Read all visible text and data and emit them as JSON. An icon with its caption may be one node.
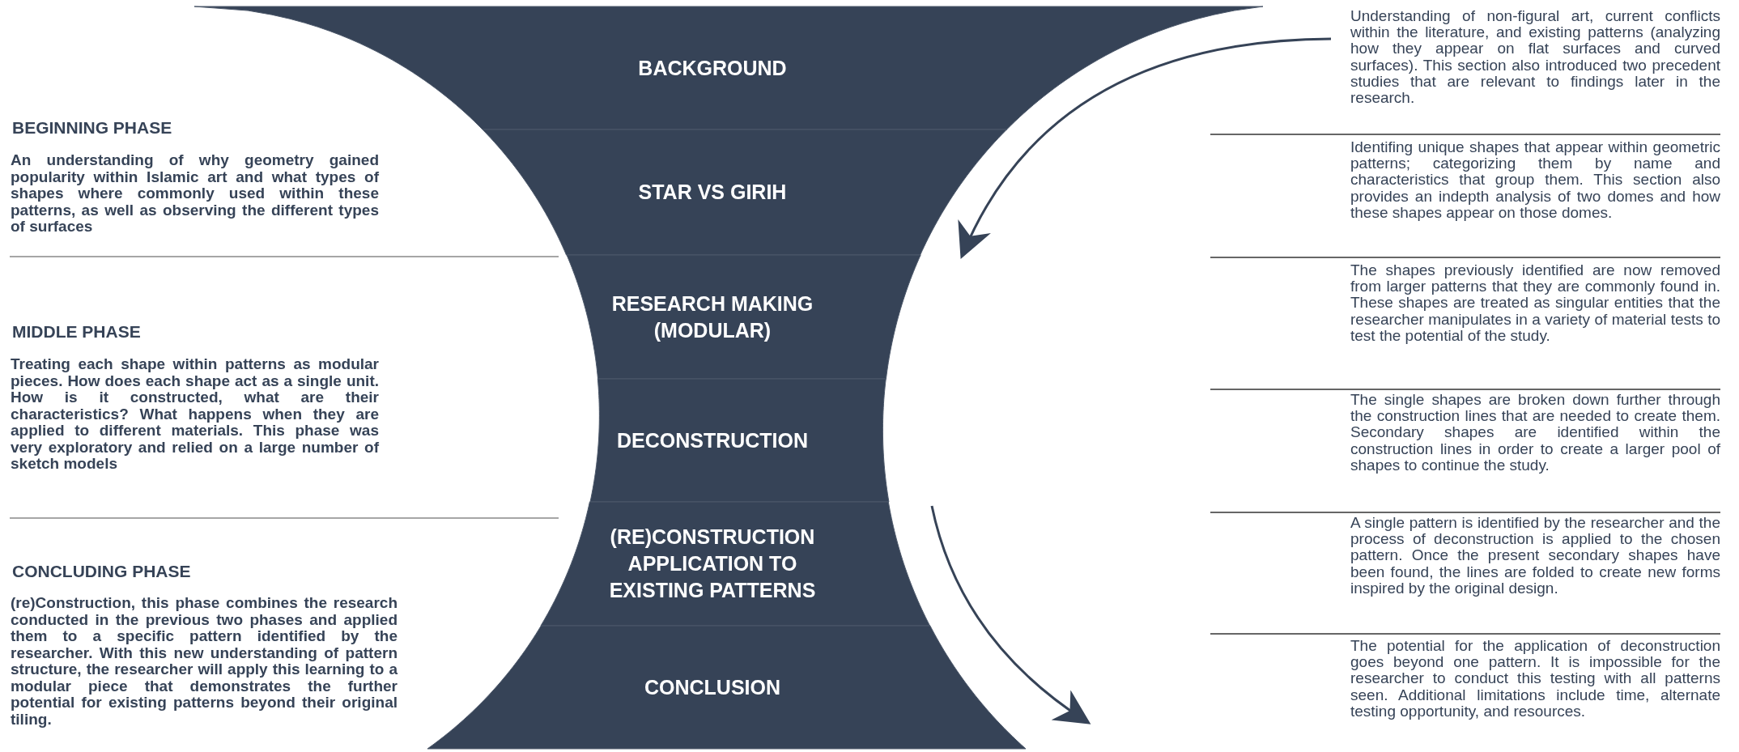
{
  "diagram": {
    "nodes": [
      {
        "text": [
          "BACKGROUND"
        ]
      },
      {
        "text": [
          "STAR VS GIRIH"
        ]
      },
      {
        "text": [
          "RESEARCH MAKING (MODULAR)"
        ]
      },
      {
        "text": [
          "DECONSTRUCTION"
        ]
      },
      {
        "text": [
          "(RE)CONSTRUCTION APPLICATION TO EXISTING PATTERNS"
        ]
      },
      {
        "text": [
          "CONCLUSION"
        ]
      }
    ],
    "labels": [
      "BEGINNING PHASE",
      "An understanding of why geometry gained popularity within Islamic art and what types of shapes where commonly used within these patterns, as well as observing the different types of surfaces",
      "MIDDLE PHASE",
      "Treating each shape within patterns as modular pieces. How does each shape act as a single unit. How is it constructed, what are their characteristics? What happens when they are applied to different materials. This phase was very exploratory and relied on a large number of sketch models",
      "CONCLUDING PHASE",
      "(re)Construction, this phase combines the research conducted in the previous two phases and applied them to a specific pattern identified by the researcher. With this new understanding of pattern structure, the researcher will apply this learning to a modular piece that demonstrates the further potential for existing patterns beyond their original tiling.",
      "Understanding of non-figural art, current conflicts within the literature, and existing patterns (analyzing how they appear on flat surfaces and curved surfaces). This section also introduced two precedent studies that are relevant to findings later in the research.",
      "Identifing unique shapes that appear within geometric patterns; categorizing them by name and characteristics that group them. This section also provides an indepth analysis of two domes and how these shapes appear on those domes.",
      "The shapes previously identified are now removed from larger patterns that they are commonly found in. These shapes are treated as singular entities that the researcher manipulates in a variety of material tests to test the potential of the study.",
      "The single shapes are broken down further through the construction lines that are needed to create them. Secondary shapes are identified within the construction lines in order to create a larger pool of shapes to continue the study.",
      "A single pattern is identified by the researcher and the process of deconstruction is applied to the chosen pattern. Once the present secondary shapes have been found, the lines are folded to create new forms inspired by the original design.",
      "The potential for the application of deconstruction goes beyond one pattern. It is impossible for the researcher to conduct this testing with all patterns seen. Additional limitations include time, alternate testing opportunity, and resources."
    ]
  }
}
